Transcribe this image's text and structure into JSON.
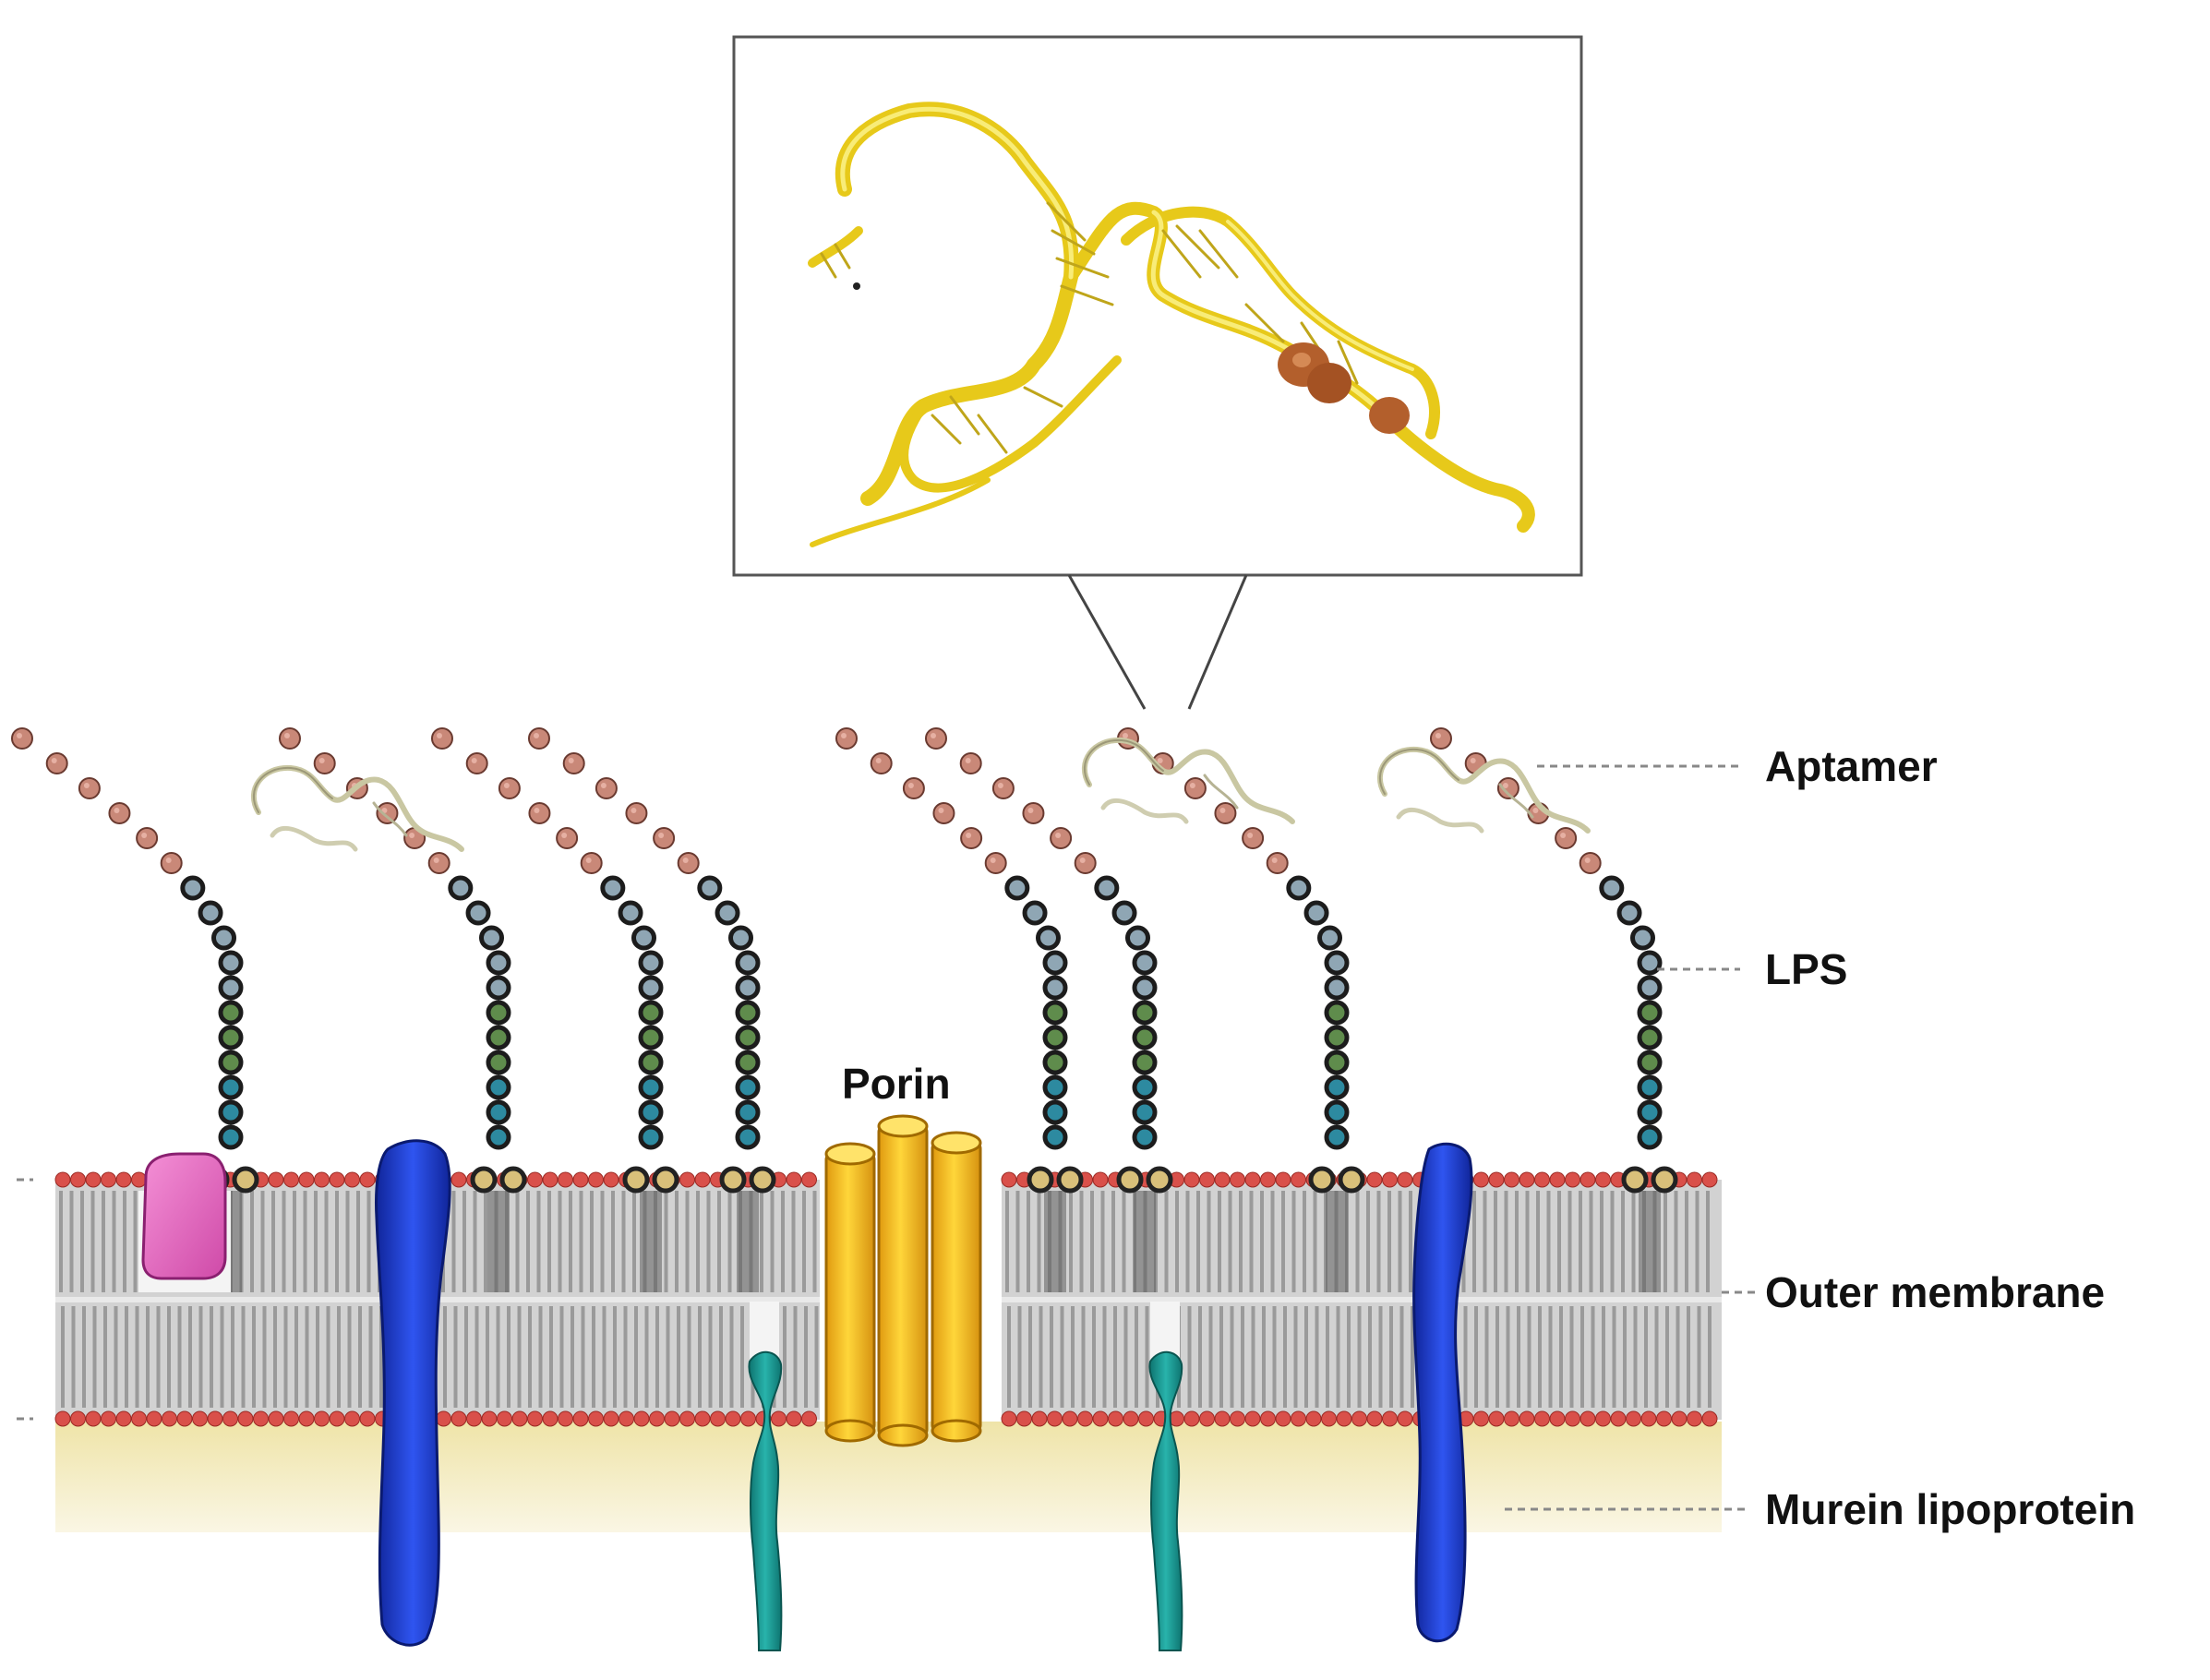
{
  "diagram": {
    "labels": {
      "aptamer": "Aptamer",
      "lps": "LPS",
      "outer_membrane": "Outer membrane",
      "murein_lipoprotein": "Murein lipoprotein",
      "porin": "Porin"
    },
    "colors": {
      "headgroup": "#d9504a",
      "tail": "#9a9a9a",
      "membrane_bg": "#d2d2d2",
      "periplasm": "#f2ebbe",
      "sugar_o_antigen": "#c98878",
      "sugar_core_outer": "#8fa6b4",
      "sugar_core_inner": "#5f8c4c",
      "sugar_kdo": "#2d8aa0",
      "lipid_a": "#d9c07a",
      "porin": "#f3c21c",
      "transmembrane_protein": "#1f3fd6",
      "lipoprotein": "#1f9f98",
      "pink_protein": "#e46cc0",
      "aptamer_ribbon": "#f3de33",
      "aptamer_ligand": "#b06030"
    }
  }
}
